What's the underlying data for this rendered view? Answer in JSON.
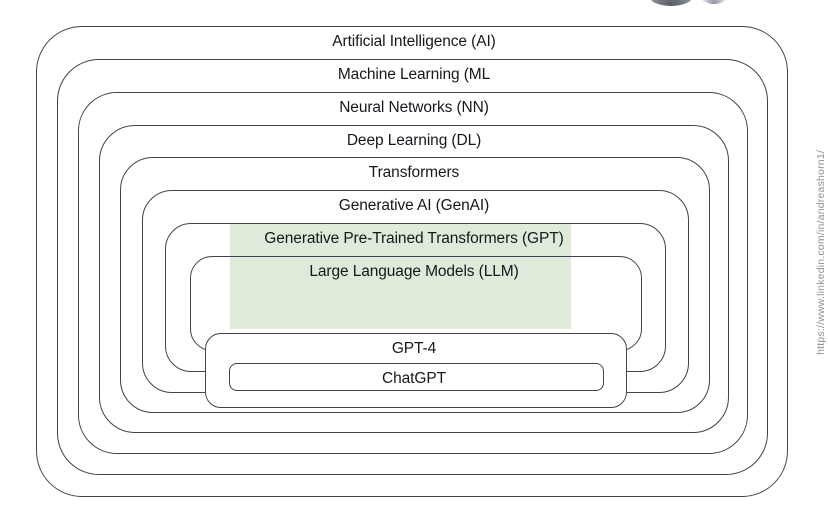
{
  "diagram": {
    "title_hidden": "",
    "rings": [
      {
        "label": "Artificial Intelligence (AI)",
        "level": 1,
        "highlighted": false
      },
      {
        "label": "Machine Learning (ML",
        "level": 2,
        "highlighted": false
      },
      {
        "label": "Neural Networks (NN)",
        "level": 3,
        "highlighted": false
      },
      {
        "label": "Deep Learning (DL)",
        "level": 4,
        "highlighted": false
      },
      {
        "label": "Transformers",
        "level": 5,
        "highlighted": false
      },
      {
        "label": "Generative AI (GenAI)",
        "level": 6,
        "highlighted": true
      },
      {
        "label": "Generative Pre-Trained Transformers (GPT)",
        "level": 7,
        "highlighted": true
      },
      {
        "label": "Large Language Models (LLM)",
        "level": 8,
        "highlighted": true
      },
      {
        "label": "GPT-4",
        "level": 9,
        "highlighted": false
      },
      {
        "label": "ChatGPT",
        "level": 10,
        "highlighted": false
      }
    ],
    "highlight_color": "#dfeada",
    "stroke_color": "#3d444e",
    "background_color": "#ffffff",
    "text_color": "#15181d"
  },
  "watermark": {
    "url": "https://www.linkedin.com/in/andreashorn1/"
  }
}
